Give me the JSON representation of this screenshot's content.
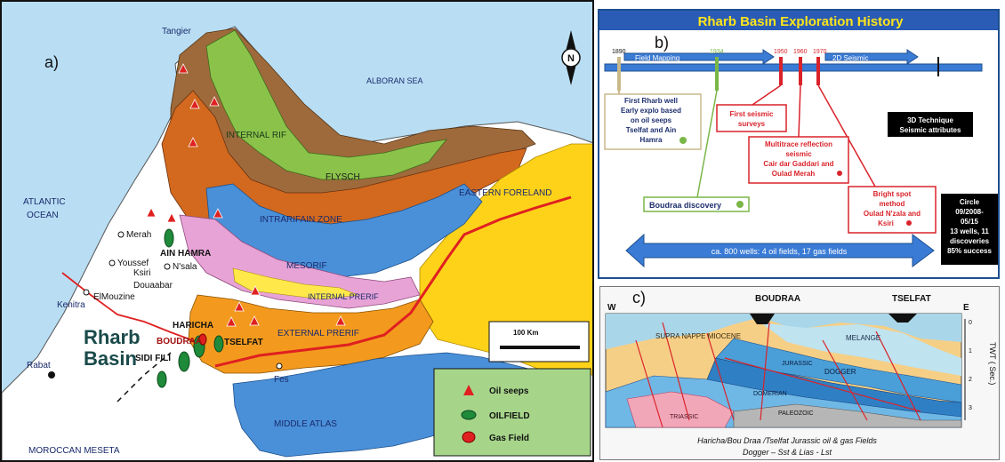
{
  "map": {
    "panel_label": "a)",
    "places": {
      "tangier": "Tangier",
      "alboran_sea": "ALBORAN SEA",
      "atlantic_ocean_1": "ATLANTIC",
      "atlantic_ocean_2": "OCEAN",
      "internal_rif": "INTERNAL RIF",
      "flysch": "FLYSCH",
      "eastern_foreland": "EASTERN FORELAND",
      "intrarifain_zone": "INTRARIFAIN ZONE",
      "mesorif": "MESORIF",
      "internal_prerif": "INTERNAL PRERIF",
      "external_prerif": "EXTERNAL PRERIF",
      "middle_atlas": "MIDDLE ATLAS",
      "moroccan_meseta": "MOROCCAN MESETA",
      "merah": "Merah",
      "ain_hamra": "AIN HAMRA",
      "youssef": "Youssef",
      "ksiri": "Ksiri",
      "nsala": "N'sala",
      "douaabar": "Douaabar",
      "elmouzine": "ElMouzine",
      "kenitra": "Kenitra",
      "haricha": "HARICHA",
      "boudraa": "BOUDRAA",
      "tselfat": "TSELFAT",
      "sidi_fili": "SIDI FILI",
      "fes": "Fes",
      "rabat": "Rabat",
      "rharb_basin_1": "Rharb",
      "rharb_basin_2": "Basin"
    },
    "north_arrow": "N",
    "scale_bar": "100 Km",
    "legend": {
      "oil_seeps": "Oil seeps",
      "oilfield": "OILFIELD",
      "gas_field": "Gas Field"
    },
    "colors": {
      "sea": "#b9def4",
      "coastal_plain": "#ffffff",
      "internal_rif": "#8bc34a",
      "flysch": "#9e6a3b",
      "intrarif": "#d2691e",
      "mesorif": "#4a90d9",
      "prerif_internal": "#e8a3d6",
      "external_prerif": "#f39a1e",
      "eastern_foreland": "#ffd21a",
      "middle_atlas": "#4a90d9",
      "thrust_front": "#e02020",
      "legend_bg": "#a6d58a"
    }
  },
  "timeline": {
    "title": "Rharb Basin Exploration History",
    "panel_label": "b)",
    "years": [
      "1890",
      "1934",
      "1950",
      "1960",
      "1970"
    ],
    "arrows": {
      "field_mapping": "Field Mapping",
      "seismic_2d": "2D Seismic"
    },
    "boxes": {
      "first_well": [
        "First Rharb well",
        "Early explo based",
        "on oil seeps",
        "Tselfat and Ain",
        "Hamra"
      ],
      "first_seismic": [
        "First seismic",
        "surveys"
      ],
      "multitrace": [
        "Multitrace reflection",
        "seismic",
        "Cair dar Gaddari and",
        "Oulad Merah"
      ],
      "technique_3d": [
        "3D Technique",
        "Seismic attributes"
      ],
      "boudraa": "Boudraa discovery",
      "bright_spot": [
        "Bright spot",
        "method",
        "Oulad N'zala and",
        "Ksiri"
      ],
      "circle": [
        "Circle",
        "09/2008-",
        "05/15",
        "13 wells, 11",
        "discoveries",
        "85% success"
      ]
    },
    "bottom_arrow": "ca. 800 wells: 4 oil fields, 17 gas fields",
    "colors": {
      "title_bg": "#2a5bb5",
      "title_fg": "#ffe619",
      "arrow": "#3a7bd5",
      "green": "#7ab648",
      "red": "#d9232a"
    }
  },
  "section": {
    "panel_label": "c)",
    "boudraa": "BOUDRAA",
    "tselfat": "TSELFAT",
    "west": "W",
    "east": "E",
    "units": {
      "supra_nappe": "SUPRA NAPPE MIOCENE",
      "melange": "MELANGE",
      "jurassic": "JURASSIC",
      "dogger": "DOGGER",
      "domerian": "DOMERIAN",
      "paleozoic": "PALEOZOIC",
      "triassic": "TRIASSIC"
    },
    "twt_label": "TWT ( Sec.)",
    "twt_ticks": [
      "0",
      "1",
      "2",
      "3"
    ],
    "caption_1": "Haricha/Bou Draa /Tselfat Jurassic oil & gas Fields",
    "caption_2": "Dogger – Sst & Lias - Lst"
  }
}
